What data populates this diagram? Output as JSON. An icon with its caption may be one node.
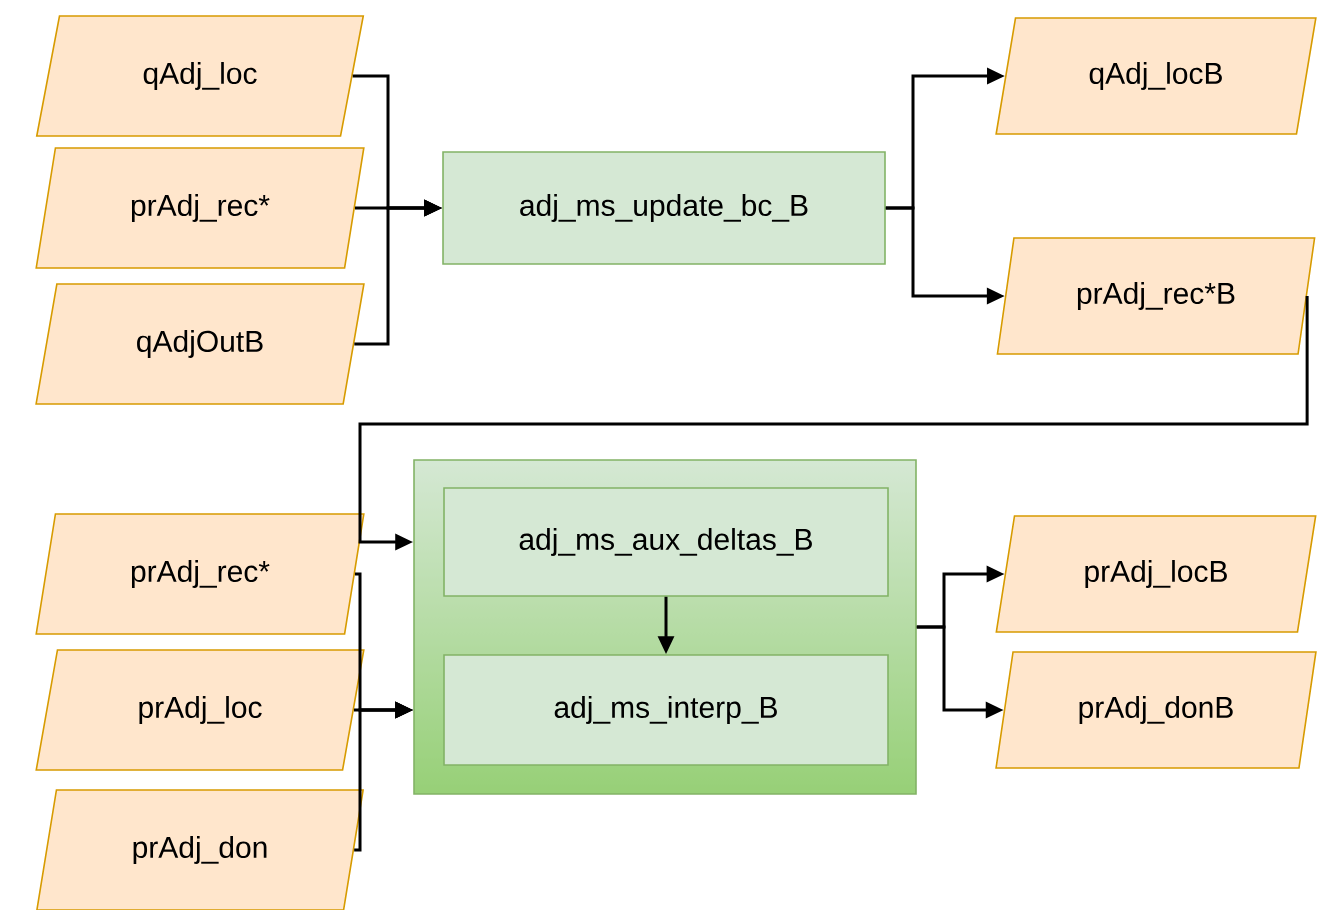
{
  "diagram": {
    "nodes": [
      {
        "text": [
          "qAdj_loc"
        ]
      },
      {
        "text": [
          "prAdj_rec*"
        ]
      },
      {
        "text": [
          "qAdjOutB"
        ]
      },
      {
        "text": [
          "adj_ms_update_bc_B"
        ]
      },
      {
        "text": [
          "qAdj_locB"
        ]
      },
      {
        "text": [
          "prAdj_rec*B"
        ]
      },
      {
        "text": [],
        "shape": "box"
      },
      {
        "text": [
          "adj_ms_aux_deltas_B"
        ],
        "in": 6
      },
      {
        "text": [
          "adj_ms_interp_B"
        ],
        "in": 6
      },
      {
        "text": [
          "prAdj_rec*"
        ]
      },
      {
        "text": [
          "prAdj_loc"
        ]
      },
      {
        "text": [
          "prAdj_don"
        ]
      },
      {
        "text": [
          "prAdj_locB"
        ]
      },
      {
        "text": [
          "prAdj_donB"
        ]
      }
    ],
    "edges": [
      {
        "from": 0,
        "to": 3,
        "arrow": "to"
      },
      {
        "from": 1,
        "to": 3,
        "arrow": "to"
      },
      {
        "from": 2,
        "to": 3,
        "arrow": "to"
      },
      {
        "from": 3,
        "to": 4,
        "arrow": "to"
      },
      {
        "from": 3,
        "to": 5,
        "arrow": "to"
      },
      {
        "from": 5,
        "to": 7,
        "arrow": "to"
      },
      {
        "from": 9,
        "to": 8,
        "arrow": "to"
      },
      {
        "from": 10,
        "to": 8,
        "arrow": "to"
      },
      {
        "from": 11,
        "to": 8,
        "arrow": "to"
      },
      {
        "from": 7,
        "to": 8,
        "arrow": "to"
      },
      {
        "from": 6,
        "to": 12,
        "arrow": "to"
      },
      {
        "from": 6,
        "to": 13,
        "arrow": "to"
      }
    ]
  }
}
